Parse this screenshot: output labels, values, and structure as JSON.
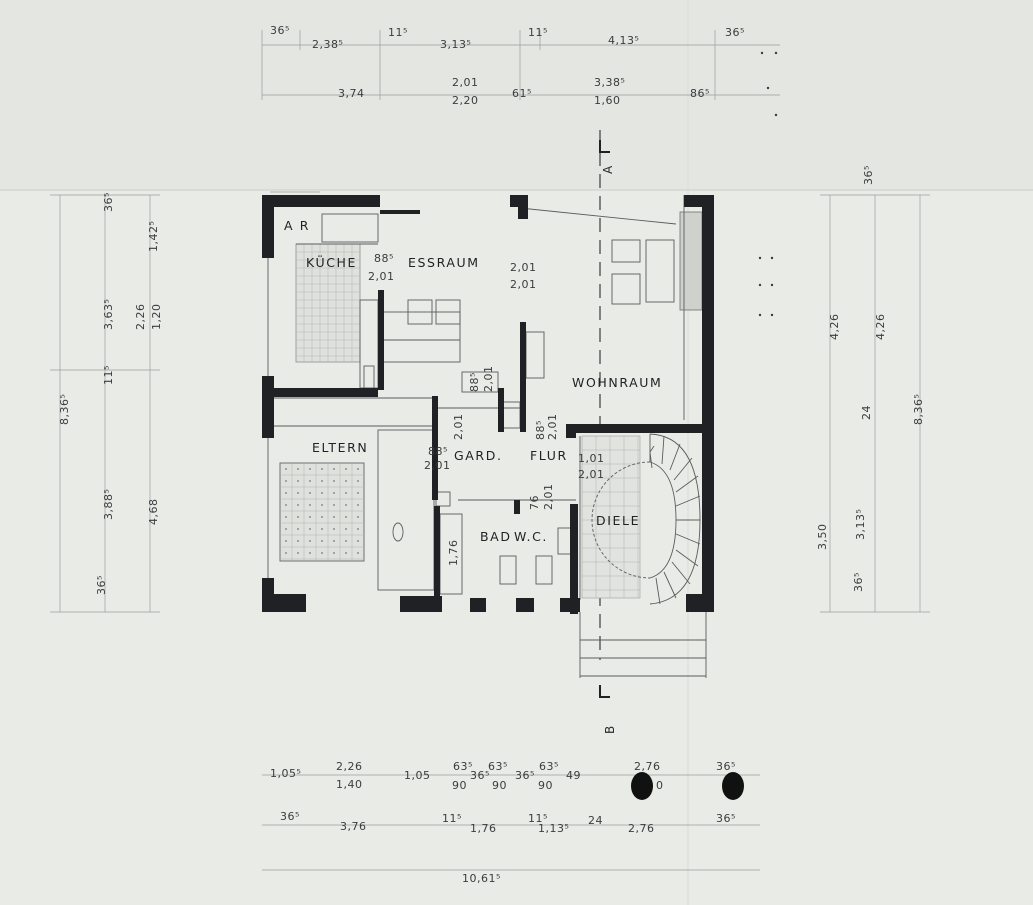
{
  "plan": {
    "rooms": {
      "ar": "A R",
      "kueche": "KÜCHE",
      "essraum": "ESSRAUM",
      "wohnraum": "WOHNRAUM",
      "eltern": "ELTERN",
      "gard": "GARD.",
      "flur": "FLUR",
      "bad": "BAD",
      "wc": "W.C.",
      "diele": "DIELE"
    },
    "section_marks": {
      "top": "A",
      "bottom": "B"
    },
    "top_dims_row1": [
      "36⁵",
      "2,38⁵",
      "11⁵",
      "3,13⁵",
      "11⁵",
      "4,13⁵",
      "36⁵"
    ],
    "top_dims_row2": [
      "3,74",
      "2,01",
      "2,20",
      "61⁵",
      "3,38⁵",
      "1,60",
      "86⁵"
    ],
    "left_dims_outer": [
      "8,36⁵"
    ],
    "left_dims_mid": [
      "36⁵",
      "3,63⁵",
      "11⁵",
      "3,88⁵",
      "36⁵"
    ],
    "left_dims_inner": [
      "1,42⁵",
      "2,26",
      "1,20",
      "4,68"
    ],
    "right_dims_inner": [
      "36⁵",
      "4,26",
      "24",
      "3,50",
      "36⁵"
    ],
    "right_dims_mid": [
      "4,26",
      "3,13⁵"
    ],
    "right_dims_outer": [
      "8,36⁵"
    ],
    "inner_dims": {
      "kueche_door": "88⁵",
      "kueche_door_h": "2,01",
      "ess_win": "2,01",
      "ess_win_h": "2,01",
      "flur_door": "88⁵",
      "flur_door_h": "2,01",
      "gard_left": "88⁵",
      "gard_left_h": "2,01",
      "gard_up": "2,01",
      "wohn_door": "88⁵",
      "wohn_door_h": "2,01",
      "diele_door": "1,01",
      "diele_door_h": "2,01",
      "bad_door": "76",
      "bad_door_h": "2,01",
      "bad_len": "1,76"
    },
    "bottom_dims_row1": [
      "1,05⁵",
      "2,26",
      "1,40",
      "1,05",
      "63⁵",
      "90",
      "36⁵",
      "63⁵",
      "90",
      "36⁵",
      "63⁵",
      "90",
      "49",
      "2,76",
      "0",
      "36⁵"
    ],
    "bottom_dims_row2": [
      "36⁵",
      "3,76",
      "11⁵",
      "1,76",
      "11⁵",
      "1,13⁵",
      "24",
      "2,76",
      "36⁵"
    ],
    "bottom_total": "10,61⁵"
  }
}
